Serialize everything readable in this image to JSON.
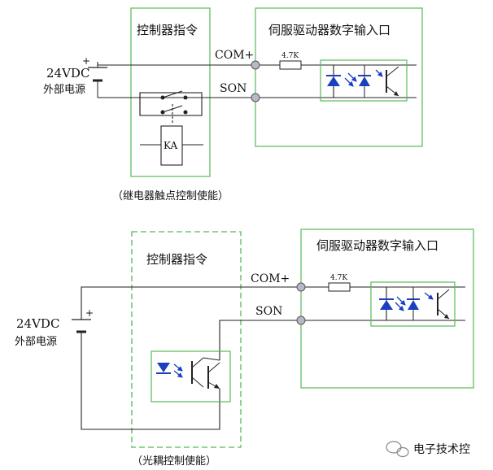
{
  "top": {
    "controller_title": "控制器指令",
    "driver_title": "伺服驱动器数字输入口",
    "com_label": "COM+",
    "son_label": "SON",
    "resistor_label": "4.7K",
    "supply_voltage": "24VDC",
    "supply_name": "外部电源",
    "plus_sign": "+",
    "relay_label": "KA",
    "caption": "（继电器触点控制使能）"
  },
  "bottom": {
    "controller_title": "控制器指令",
    "driver_title": "伺服驱动器数字输入口",
    "com_label": "COM+",
    "son_label": "SON",
    "resistor_label": "4.7K",
    "supply_voltage": "24VDC",
    "supply_name": "外部电源",
    "plus_sign": "+",
    "caption": "（光耦控制使能）"
  },
  "watermark": "电子技术控",
  "colors": {
    "box_green": "#55bb55",
    "component_blue": "#1a3fbf",
    "wire": "#222222",
    "terminal": "#b8b8c8"
  }
}
